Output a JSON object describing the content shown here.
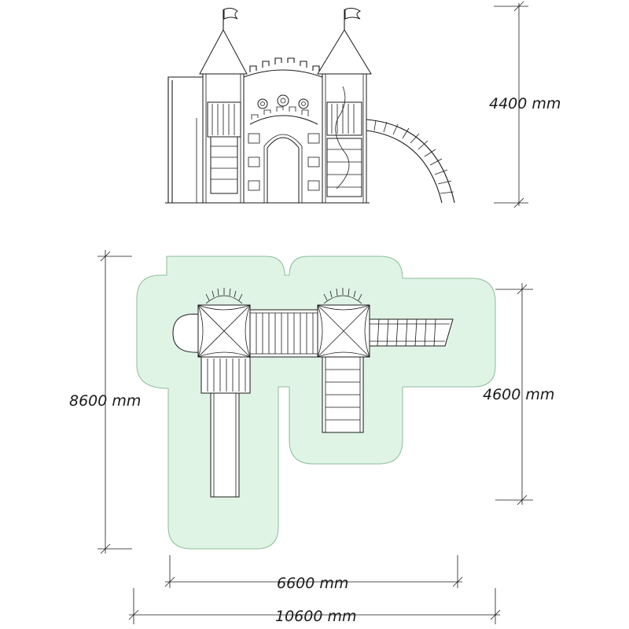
{
  "dimensions": {
    "elevation_height": "4400 mm",
    "plan_depth_total": "8600 mm",
    "plan_depth_right": "4600 mm",
    "plan_width_inner": "6600 mm",
    "plan_width_total": "10600 mm"
  },
  "colors": {
    "safety_zone": "#e0f4e6",
    "safety_zone_stroke": "#8cbd9a",
    "line": "#1a1a1a"
  }
}
